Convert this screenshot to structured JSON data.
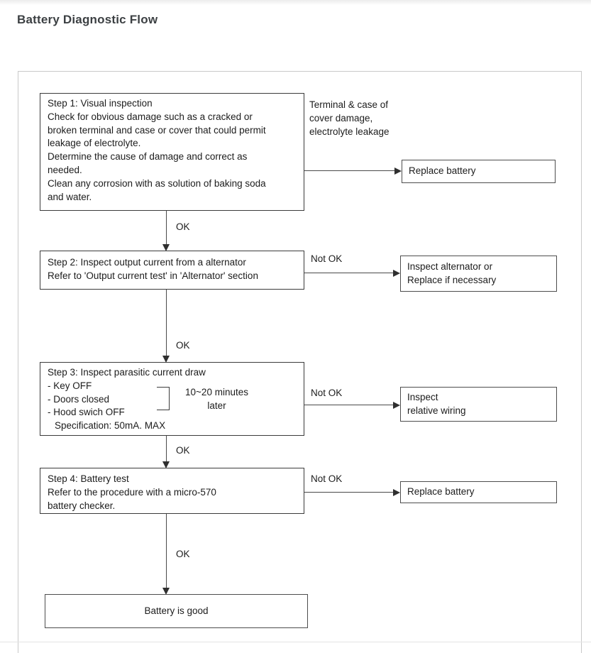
{
  "page": {
    "title": "Battery Diagnostic Flow"
  },
  "labels": {
    "ok": "OK",
    "not_ok": "Not OK"
  },
  "flow": {
    "step1": {
      "lines": [
        "Step 1: Visual inspection",
        "Check for obvious damage such as a cracked or",
        "broken terminal and case or cover that could permit",
        "leakage of electrolyte.",
        "Determine the cause of damage and correct as",
        "needed.",
        "Clean any corrosion with as solution of baking soda",
        "and water."
      ]
    },
    "side_note": {
      "lines": [
        "Terminal & case of",
        "cover damage,",
        "electrolyte leakage"
      ]
    },
    "step2": {
      "lines": [
        "Step 2: Inspect output current from a alternator",
        "Refer to 'Output current test' in 'Alternator' section"
      ]
    },
    "step3": {
      "title": "Step 3: Inspect parasitic current draw",
      "bullets": [
        "- Key OFF",
        "- Doors closed",
        "- Hood swich OFF"
      ],
      "spec": "Specification: 50mA. MAX",
      "timer_lines": [
        "10~20 minutes",
        "later"
      ]
    },
    "step4": {
      "lines": [
        "Step 4: Battery test",
        "Refer to the procedure with a micro-570",
        "battery checker."
      ]
    },
    "outcomes": {
      "replace_battery_1": "Replace battery",
      "inspect_alternator": {
        "lines": [
          "Inspect alternator or",
          "Replace if necessary"
        ]
      },
      "inspect_wiring": {
        "lines": [
          "Inspect",
          "relative wiring"
        ]
      },
      "replace_battery_2": "Replace battery",
      "battery_good": "Battery is good"
    }
  },
  "colors": {
    "step_box_border": "#3b3b3b",
    "outcome_box_border": "#4d4d4d",
    "connector_line": "#4a4a4a",
    "frame_border": "#c9c9c9",
    "text": "#1c1c1c",
    "title": "#3c4043"
  }
}
